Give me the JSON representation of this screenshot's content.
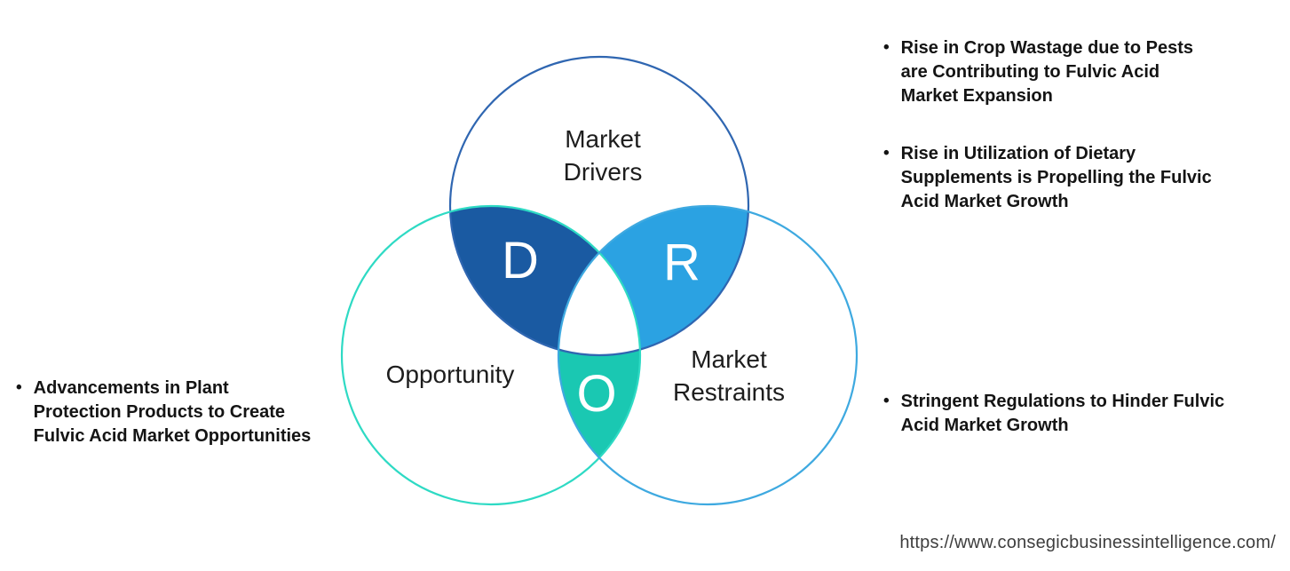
{
  "diagram": {
    "drivers": {
      "label": "Market Drivers",
      "letter": "D"
    },
    "opportunity": {
      "label": "Opportunity",
      "letter": "O"
    },
    "restraints": {
      "label": "Market Restraints",
      "letter": "R"
    }
  },
  "colors": {
    "d_region": "#1A5AA2",
    "r_region": "#2BA2E2",
    "o_region": "#1AC8B2",
    "center_region": "#FFFFFF",
    "drivers_outline": "#2F66B1",
    "opportunity_outline": "#2EDAC4",
    "restraints_outline": "#3EA9E0"
  },
  "bullets": {
    "left": [
      {
        "text": "Advancements in Plant Protection Products to Create Fulvic Acid Market Opportunities"
      }
    ],
    "right": [
      {
        "text": "Rise in Crop Wastage due to Pests are Contributing to Fulvic Acid Market Expansion"
      },
      {
        "text": "Rise in Utilization of Dietary Supplements is Propelling the Fulvic Acid Market Growth"
      },
      {
        "text": "Stringent Regulations to Hinder Fulvic Acid Market Growth"
      }
    ]
  },
  "footer": {
    "url": "https://www.consegicbusinessintelligence.com/"
  }
}
